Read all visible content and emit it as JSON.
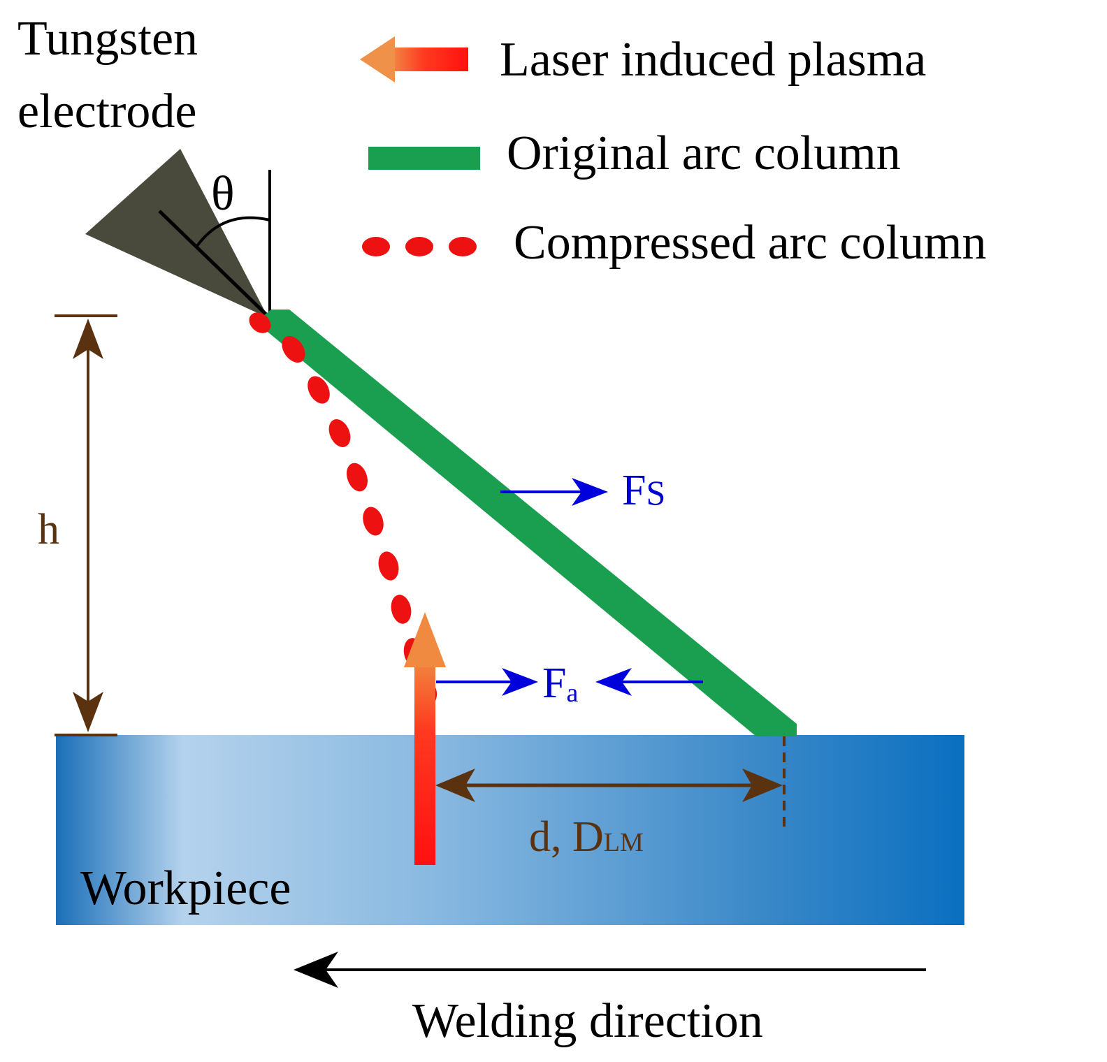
{
  "electrode": {
    "line1": "Tungsten",
    "line2": "electrode",
    "angle_symbol": "θ"
  },
  "legend": {
    "laser_plasma": "Laser induced plasma",
    "original_arc": "Original arc  column",
    "compressed_arc": "Compressed arc column"
  },
  "forces": {
    "fs_main": "F",
    "fs_sub": "S",
    "fa_main": "F",
    "fa_sub": "a"
  },
  "dimensions": {
    "height": "h",
    "distance_main": "d, D",
    "distance_sub": "LM"
  },
  "workpiece": {
    "label": "Workpiece"
  },
  "direction": {
    "label": "Welding direction"
  },
  "colors": {
    "green_arc": "#1a9e50",
    "red_dots": "#ee1111",
    "force_arrow": "#0000dd",
    "dimension": "#5a3210",
    "electrode": "#4a4a3c",
    "workpiece_mid": "#9cc3e2",
    "workpiece_edge": "#0a6fc0"
  }
}
